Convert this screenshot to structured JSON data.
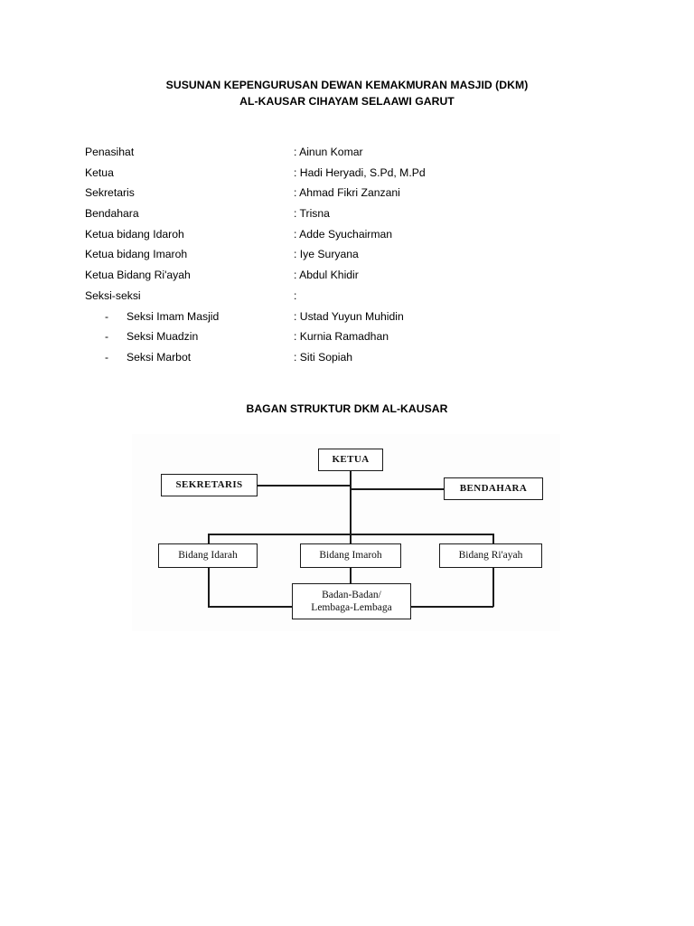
{
  "document": {
    "title_lines": [
      "SUSUNAN KEPENGURUSAN DEWAN KEMAKMURAN MASJID (DKM)",
      "AL-KAUSAR CIHAYAM SELAAWI GARUT"
    ],
    "roster": [
      {
        "label": "Penasihat",
        "value": ": Ainun Komar",
        "sub": false,
        "dash": ""
      },
      {
        "label": "Ketua",
        "value": ": Hadi Heryadi, S.Pd, M.Pd",
        "sub": false,
        "dash": ""
      },
      {
        "label": "Sekretaris",
        "value": ": Ahmad Fikri Zanzani",
        "sub": false,
        "dash": ""
      },
      {
        "label": "Bendahara",
        "value": ": Trisna",
        "sub": false,
        "dash": ""
      },
      {
        "label": "Ketua bidang Idaroh",
        "value": ": Adde Syuchairman",
        "sub": false,
        "dash": ""
      },
      {
        "label": "Ketua bidang Imaroh",
        "value": ": Iye Suryana",
        "sub": false,
        "dash": ""
      },
      {
        "label": "Ketua Bidang Ri'ayah",
        "value": ": Abdul Khidir",
        "sub": false,
        "dash": ""
      },
      {
        "label": "Seksi-seksi",
        "value": ":",
        "sub": false,
        "dash": ""
      },
      {
        "label": "Seksi Imam Masjid",
        "value": ": Ustad Yuyun Muhidin",
        "sub": true,
        "dash": "-"
      },
      {
        "label": "Seksi Muadzin",
        "value": ": Kurnia Ramadhan",
        "sub": true,
        "dash": "-"
      },
      {
        "label": "Seksi Marbot",
        "value": ": Siti Sopiah",
        "sub": true,
        "dash": "-"
      }
    ],
    "chart_heading": "BAGAN STRUKTUR DKM AL-KAUSAR",
    "org_chart": {
      "nodes": {
        "ketua": "KETUA",
        "sekretaris": "SEKRETARIS",
        "bendahara": "BENDAHARA",
        "bidang_idarah": "Bidang Idarah",
        "bidang_imaroh": "Bidang Imaroh",
        "bidang_riayah": "Bidang Ri'ayah",
        "badan_line1": "Badan-Badan/",
        "badan_line2": "Lembaga-Lembaga"
      }
    }
  },
  "colors": {
    "text": "#000000",
    "line": "#1a1a1a",
    "figure_background": "#fdfdfd",
    "page_background": "#ffffff"
  }
}
